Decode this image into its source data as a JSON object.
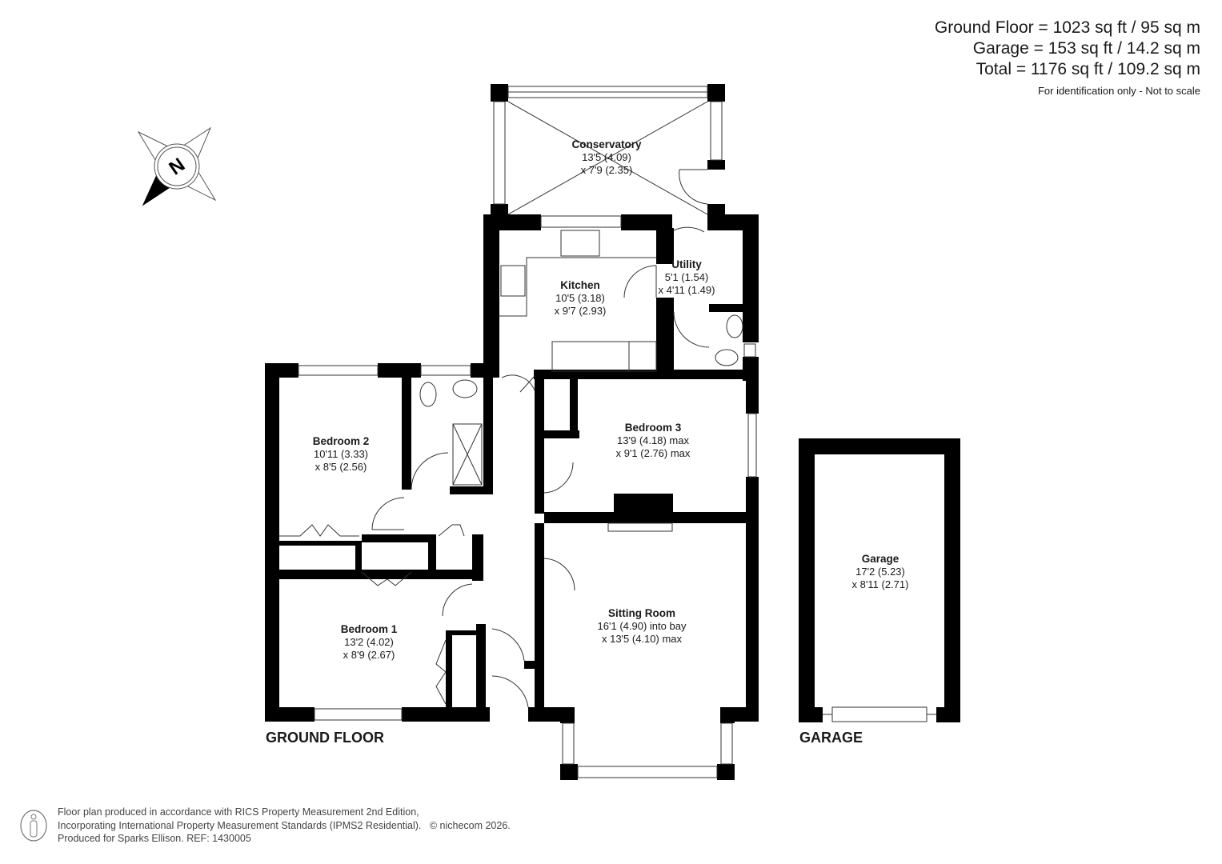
{
  "summary": {
    "ground_floor": "Ground Floor = 1023 sq ft / 95 sq m",
    "garage": "Garage = 153 sq ft / 14.2 sq m",
    "total": "Total = 1176 sq ft / 109.2 sq m",
    "note": "For identification only - Not to scale"
  },
  "compass": {
    "icon": "compass-north-icon",
    "label": "N"
  },
  "rooms": {
    "conservatory": {
      "name": "Conservatory",
      "dim1": "13'5 (4.09)",
      "dim2": "x 7'9 (2.35)"
    },
    "kitchen": {
      "name": "Kitchen",
      "dim1": "10'5 (3.18)",
      "dim2": "x 9'7 (2.93)"
    },
    "utility": {
      "name": "Utility",
      "dim1": "5'1 (1.54)",
      "dim2": "x 4'11 (1.49)"
    },
    "bedroom2": {
      "name": "Bedroom 2",
      "dim1": "10'11 (3.33)",
      "dim2": "x 8'5 (2.56)"
    },
    "bedroom3": {
      "name": "Bedroom 3",
      "dim1": "13'9 (4.18) max",
      "dim2": "x 9'1 (2.76) max"
    },
    "bedroom1": {
      "name": "Bedroom 1",
      "dim1": "13'2 (4.02)",
      "dim2": "x 8'9 (2.67)"
    },
    "sitting": {
      "name": "Sitting Room",
      "dim1": "16'1 (4.90) into bay",
      "dim2": "x 13'5 (4.10) max"
    },
    "garage": {
      "name": "Garage",
      "dim1": "17'2 (5.23)",
      "dim2": "x 8'11 (2.71)"
    }
  },
  "floor_labels": {
    "ground": "GROUND FLOOR",
    "garage": "GARAGE"
  },
  "footer": {
    "line1": "Floor plan produced in accordance with RICS Property Measurement 2nd Edition,",
    "line2": "Incorporating International Property Measurement Standards (IPMS2 Residential).",
    "copyright": "© nichecom 2026.",
    "line3": "Produced for Sparks Ellison.   REF: 1430005"
  }
}
